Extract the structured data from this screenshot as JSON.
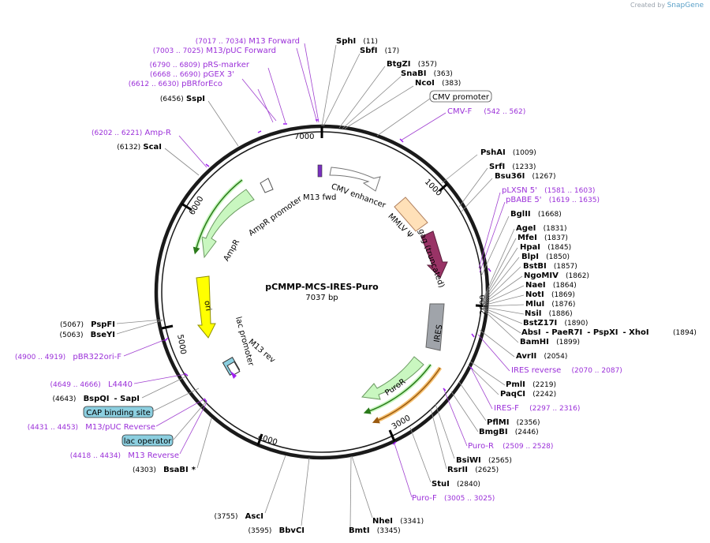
{
  "credit": {
    "created_by": "Created by",
    "brand": "SnapGene"
  },
  "plasmid": {
    "name": "pCMMP-MCS-IRES-Puro",
    "size": "7037 bp"
  },
  "ticks": [
    "1000",
    "2000",
    "3000",
    "4000",
    "5000",
    "6000",
    "7000"
  ],
  "features": [
    {
      "name": "CMV enhancer",
      "color": "#ffffff"
    },
    {
      "name": "MMLV Ψ",
      "color": "#ffe0b8"
    },
    {
      "name": "gag (truncated)",
      "color": "#993366"
    },
    {
      "name": "IRES",
      "color": "#a0a4aa"
    },
    {
      "name": "PuroR",
      "color": "#c9f7c0"
    },
    {
      "name": "ori",
      "color": "#ffff00"
    },
    {
      "name": "lac promoter",
      "color": "#ffffff"
    },
    {
      "name": "M13 rev",
      "color": "#a020f0"
    },
    {
      "name": "AmpR",
      "color": "#c9f7c0"
    },
    {
      "name": "AmpR promoter",
      "color": "#ffffff"
    },
    {
      "name": "M13 fwd",
      "color": "#a020f0"
    }
  ],
  "labels": [
    {
      "name": "M13 Forward",
      "range": "(7017 .. 7034)",
      "kind": "primer"
    },
    {
      "name": "M13/pUC Forward",
      "range": "(7003 .. 7025)",
      "kind": "primer"
    },
    {
      "name": "pRS-marker",
      "range": "(6790 .. 6809)",
      "kind": "primer"
    },
    {
      "name": "pGEX 3'",
      "range": "(6668 .. 6690)",
      "kind": "primer"
    },
    {
      "name": "pBRforEco",
      "range": "(6612 .. 6630)",
      "kind": "primer"
    },
    {
      "name": "SspI",
      "range": "(6456)",
      "kind": "site"
    },
    {
      "name": "Amp-R",
      "range": "(6202 .. 6221)",
      "kind": "primer"
    },
    {
      "name": "ScaI",
      "range": "(6132)",
      "kind": "site"
    },
    {
      "name": "SphI",
      "range": "(11)",
      "kind": "site"
    },
    {
      "name": "SbfI",
      "range": "(17)",
      "kind": "site"
    },
    {
      "name": "BtgZI",
      "range": "(357)",
      "kind": "site"
    },
    {
      "name": "SnaBI",
      "range": "(363)",
      "kind": "site"
    },
    {
      "name": "NcoI",
      "range": "(383)",
      "kind": "site"
    },
    {
      "name": "CMV promoter",
      "range": "",
      "kind": "boxwhite"
    },
    {
      "name": "CMV-F",
      "range": "(542 .. 562)",
      "kind": "primer"
    },
    {
      "name": "PshAI",
      "range": "(1009)",
      "kind": "site"
    },
    {
      "name": "SrfI",
      "range": "(1233)",
      "kind": "site"
    },
    {
      "name": "Bsu36I",
      "range": "(1267)",
      "kind": "site"
    },
    {
      "name": "pLXSN 5'",
      "range": "(1581 .. 1603)",
      "kind": "primer"
    },
    {
      "name": "pBABE 5'",
      "range": "(1619 .. 1635)",
      "kind": "primer"
    },
    {
      "name": "BglII",
      "range": "(1668)",
      "kind": "site"
    },
    {
      "name": "AgeI",
      "range": "(1831)",
      "kind": "site"
    },
    {
      "name": "MfeI",
      "range": "(1837)",
      "kind": "site"
    },
    {
      "name": "HpaI",
      "range": "(1845)",
      "kind": "site"
    },
    {
      "name": "BlpI",
      "range": "(1850)",
      "kind": "site"
    },
    {
      "name": "BstBI",
      "range": "(1857)",
      "kind": "site"
    },
    {
      "name": "NgoMIV",
      "range": "(1862)",
      "kind": "site"
    },
    {
      "name": "NaeI",
      "range": "(1864)",
      "kind": "site"
    },
    {
      "name": "NotI",
      "range": "(1869)",
      "kind": "site"
    },
    {
      "name": "MluI",
      "range": "(1876)",
      "kind": "site"
    },
    {
      "name": "NsiI",
      "range": "(1886)",
      "kind": "site"
    },
    {
      "name": "BstZ17I",
      "range": "(1890)",
      "kind": "site"
    },
    {
      "name": "AbsI",
      "range": "",
      "kind": "site"
    },
    {
      "name": "- PaeR7I",
      "range": "",
      "kind": "site"
    },
    {
      "name": "- PspXI",
      "range": "",
      "kind": "site"
    },
    {
      "name": "- XhoI",
      "range": "(1894)",
      "kind": "site"
    },
    {
      "name": "BamHI",
      "range": "(1899)",
      "kind": "site"
    },
    {
      "name": "AvrII",
      "range": "(2054)",
      "kind": "site"
    },
    {
      "name": "IRES reverse",
      "range": "(2070 .. 2087)",
      "kind": "primer"
    },
    {
      "name": "PmlI",
      "range": "(2219)",
      "kind": "site"
    },
    {
      "name": "PaqCI",
      "range": "(2242)",
      "kind": "site"
    },
    {
      "name": "IRES-F",
      "range": "(2297 .. 2316)",
      "kind": "primer"
    },
    {
      "name": "PflMI",
      "range": "(2356)",
      "kind": "site"
    },
    {
      "name": "BmgBI",
      "range": "(2446)",
      "kind": "site"
    },
    {
      "name": "Puro-R",
      "range": "(2509 .. 2528)",
      "kind": "primer"
    },
    {
      "name": "BsiWI",
      "range": "(2565)",
      "kind": "site"
    },
    {
      "name": "RsrII",
      "range": "(2625)",
      "kind": "site"
    },
    {
      "name": "StuI",
      "range": "(2840)",
      "kind": "site"
    },
    {
      "name": "Puro-F",
      "range": "(3005 .. 3025)",
      "kind": "primer"
    },
    {
      "name": "NheI",
      "range": "(3341)",
      "kind": "site"
    },
    {
      "name": "BmtI",
      "range": "(3345)",
      "kind": "site"
    },
    {
      "name": "AscI",
      "range": "(3755)",
      "kind": "site"
    },
    {
      "name": "BbvCI",
      "range": "(3595)",
      "kind": "site"
    },
    {
      "name": "PspFI",
      "range": "(5067)",
      "kind": "site"
    },
    {
      "name": "BseYI",
      "range": "(5063)",
      "kind": "site"
    },
    {
      "name": "pBR322ori-F",
      "range": "(4900 .. 4919)",
      "kind": "primer"
    },
    {
      "name": "L4440",
      "range": "(4649 .. 4666)",
      "kind": "primer"
    },
    {
      "name": "BspQI",
      "range": "(4643)",
      "kind": "site"
    },
    {
      "name": "- SapI",
      "range": "",
      "kind": "site"
    },
    {
      "name": "CAP binding site",
      "range": "",
      "kind": "boxblue"
    },
    {
      "name": "M13/pUC Reverse",
      "range": "(4431 .. 4453)",
      "kind": "primer"
    },
    {
      "name": "lac operator",
      "range": "",
      "kind": "boxblue"
    },
    {
      "name": "M13 Reverse",
      "range": "(4418 .. 4434)",
      "kind": "primer"
    },
    {
      "name": "BsaBI",
      "range": "(4303)",
      "kind": "site"
    },
    {
      "name": "*",
      "range": "",
      "kind": "site"
    }
  ],
  "colors": {
    "site": "#000000",
    "primer": "#9b30d9",
    "number": "#222222",
    "box_blue": "#8ccfe0"
  }
}
